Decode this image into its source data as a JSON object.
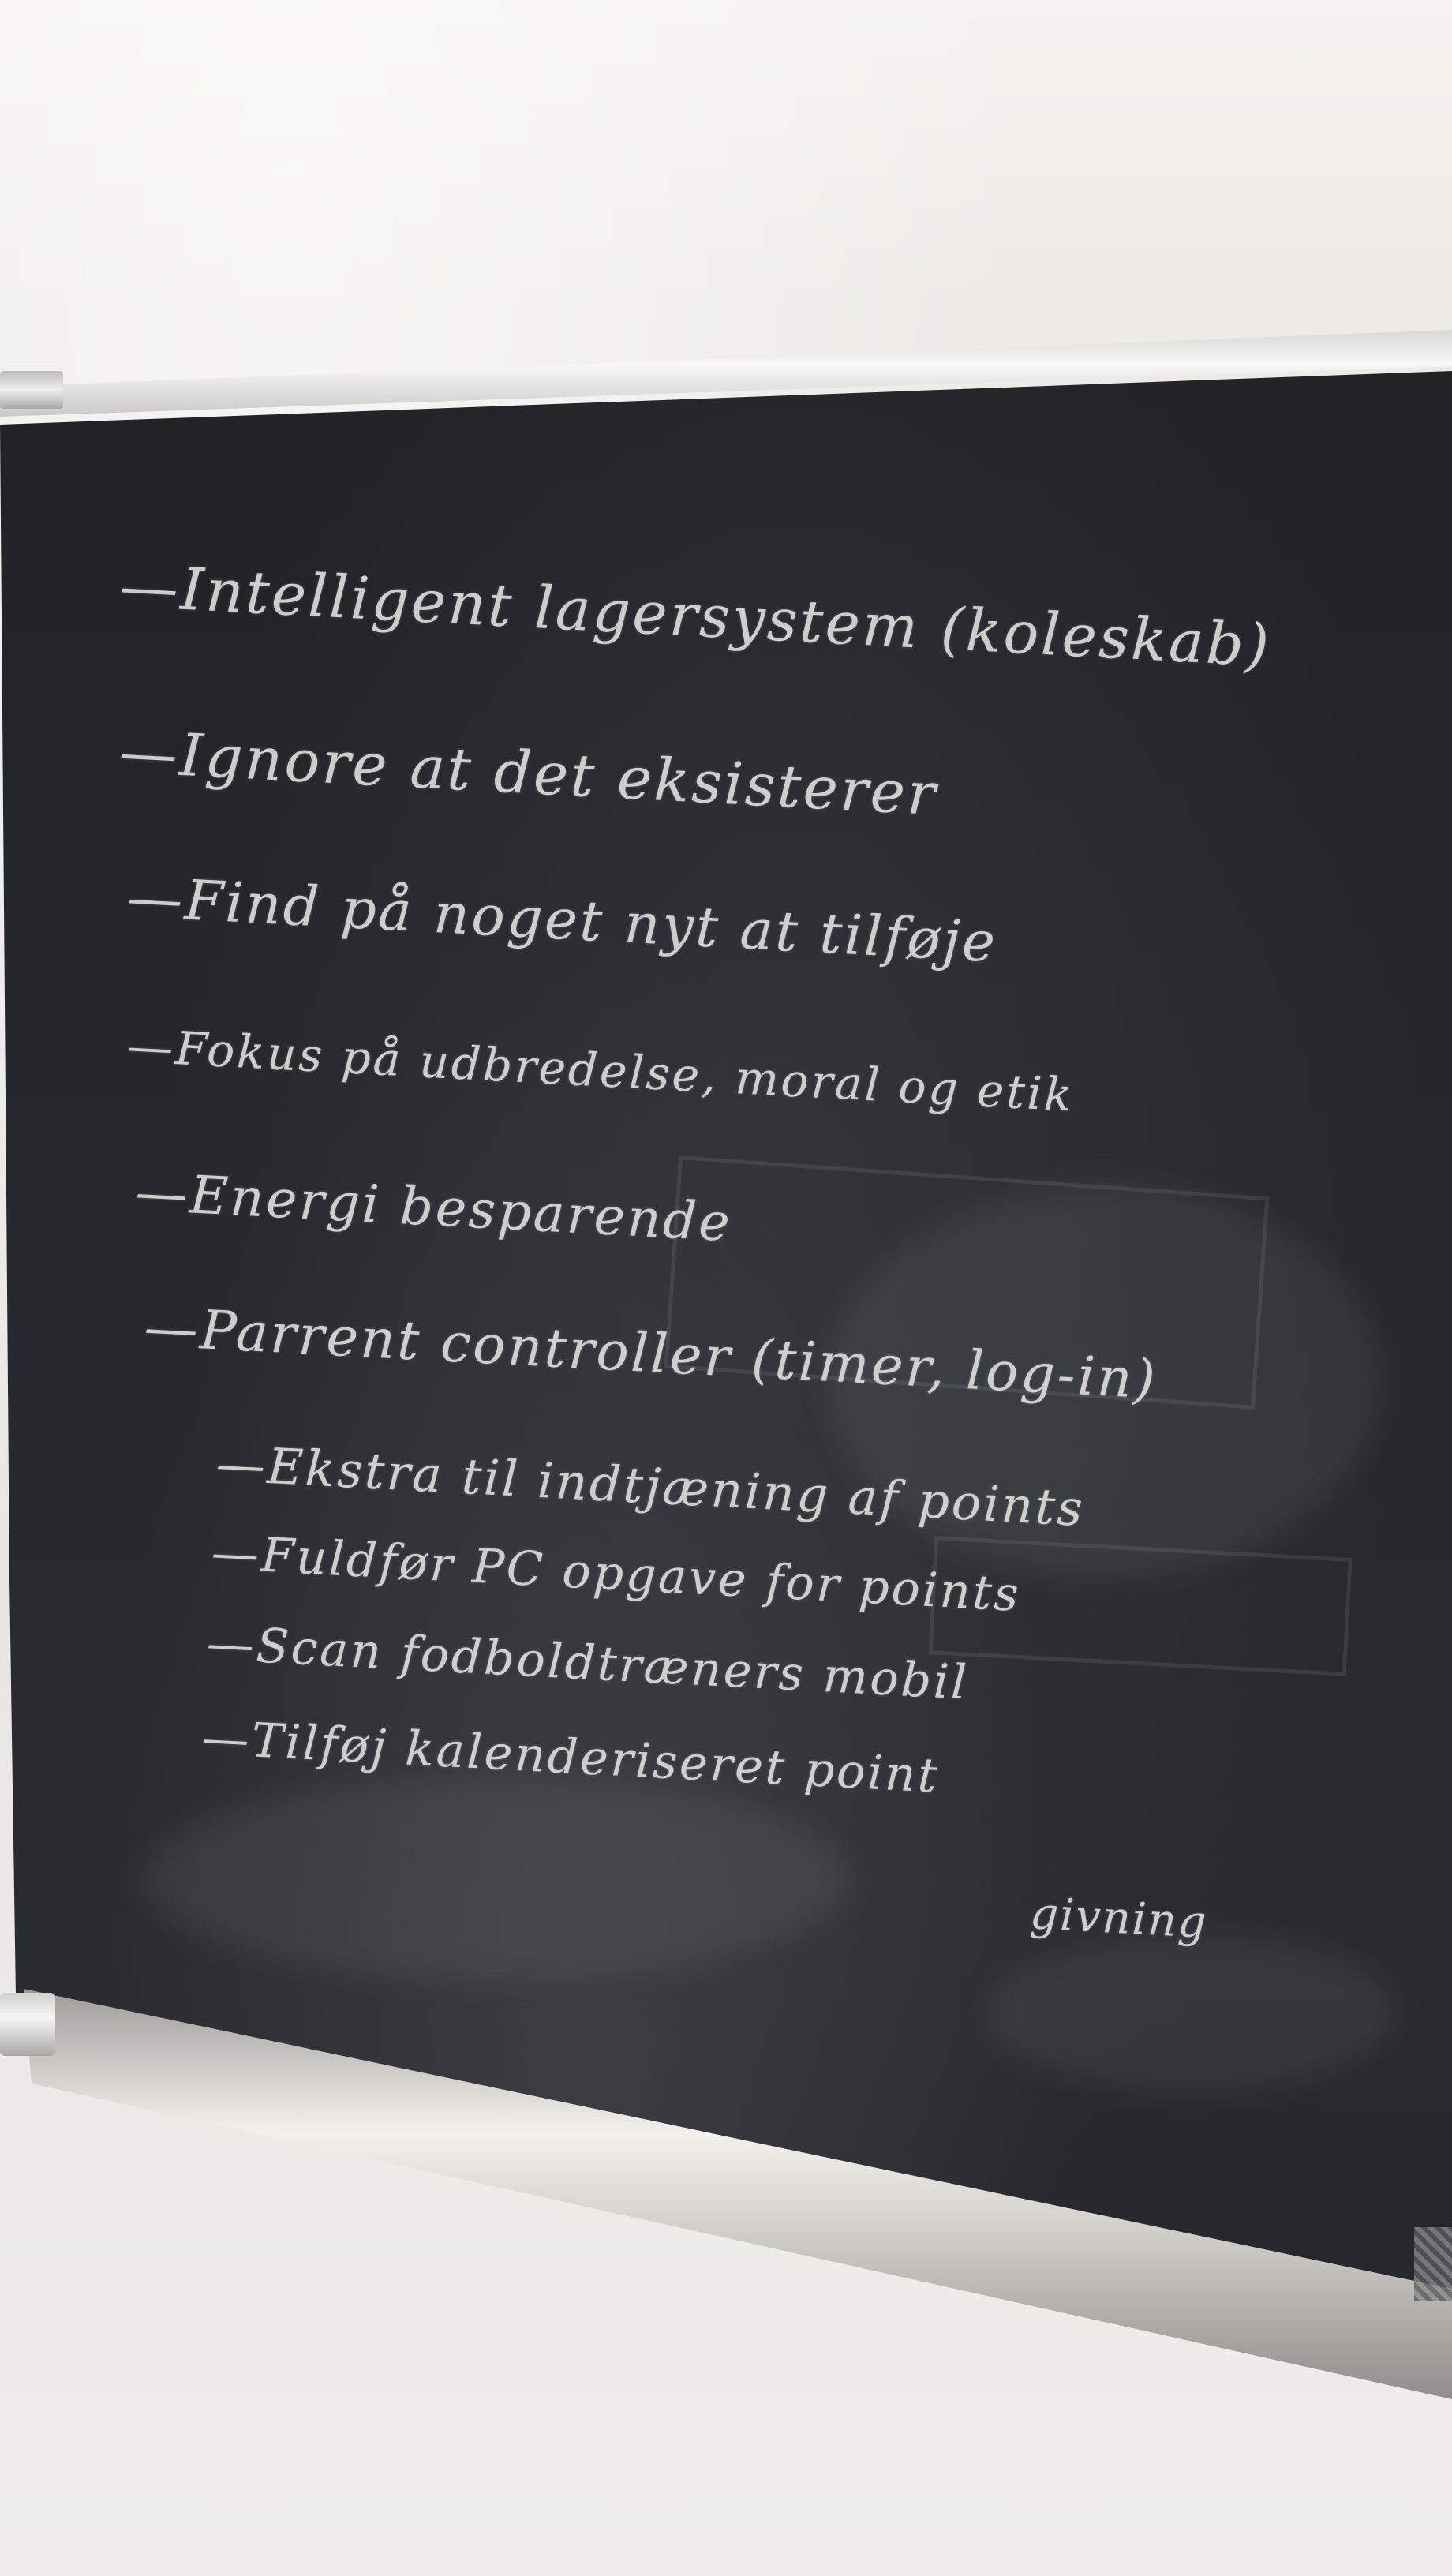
{
  "chalkboard": {
    "lines": [
      "—Intelligent lagersystem (koleskab)",
      "—Ignore at det eksisterer",
      "—Find på noget nyt at tilføje",
      "—Fokus på udbredelse, moral og etik",
      "—Energi besparende",
      "—Parrent controller (timer, log-in)",
      "—Ekstra til indtjæning af points",
      "—Fuldfør PC opgave for points",
      "—Scan fodboldtræners mobil",
      "—Tilføj kalenderiseret point",
      "givning"
    ]
  }
}
